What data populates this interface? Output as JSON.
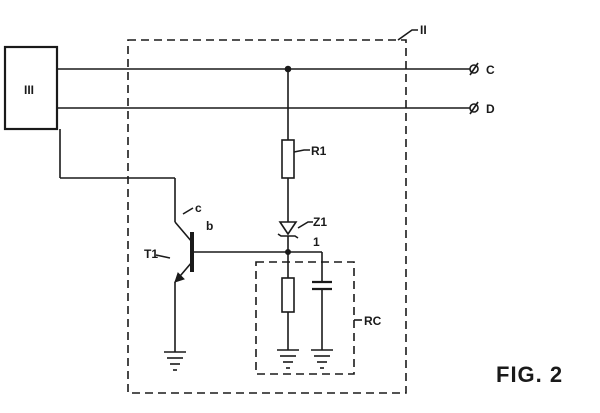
{
  "labels": {
    "block_left": "III",
    "block_dashed": "II",
    "terminal_c": "C",
    "terminal_d": "D",
    "resistor_r1": "R1",
    "zener_z1": "Z1",
    "node_1": "1",
    "transistor": "T1",
    "collector": "c",
    "base": "b",
    "rc_network": "RC",
    "figure": "FIG. 2"
  }
}
